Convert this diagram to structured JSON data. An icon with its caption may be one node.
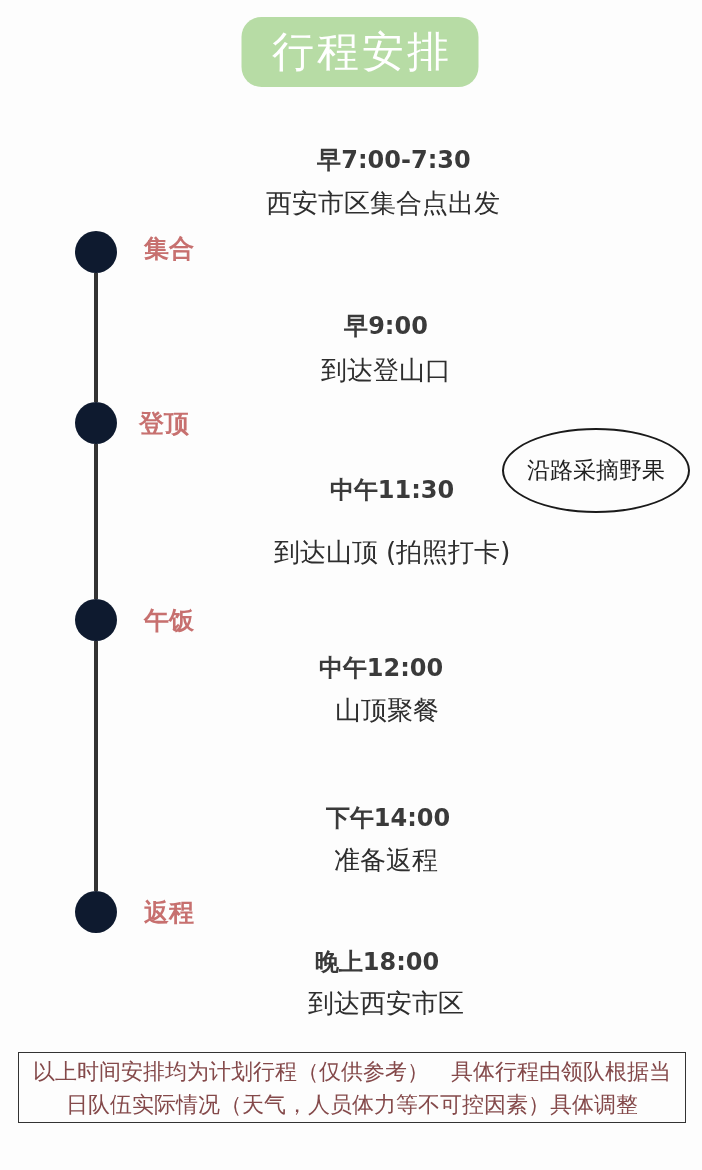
{
  "diagram": {
    "title": "行程安排",
    "nodes": [
      {
        "text": [],
        "shape": "circle",
        "beside": [
          "集合"
        ]
      },
      {
        "text": [],
        "shape": "circle",
        "beside": [
          "登顶"
        ]
      },
      {
        "text": [
          "沿路采摘野果"
        ]
      },
      {
        "text": [],
        "shape": "circle",
        "beside": [
          "午饭"
        ]
      },
      {
        "text": [],
        "shape": "circle",
        "beside": [
          "返程"
        ]
      },
      {
        "text": [
          "以上时间安排均为计划行程（仅供参考）　具体行程由领队根据当日队伍实际情况（天气，人员体力等不可控因素）具体调整"
        ]
      }
    ],
    "edges": [
      {
        "from": 0,
        "to": 1,
        "arrow": "none"
      },
      {
        "from": 1,
        "to": 3,
        "arrow": "none"
      },
      {
        "from": 3,
        "to": 4,
        "arrow": "none"
      }
    ],
    "labels": [
      "早7:00-7:30",
      "西安市区集合点出发",
      "早9:00",
      "到达登山口",
      "中午11:30",
      "到达山顶 (拍照打卡)",
      "中午12:00",
      "山顶聚餐",
      "下午14:00",
      "准备返程",
      "晚上18:00",
      "到达西安市区"
    ]
  }
}
